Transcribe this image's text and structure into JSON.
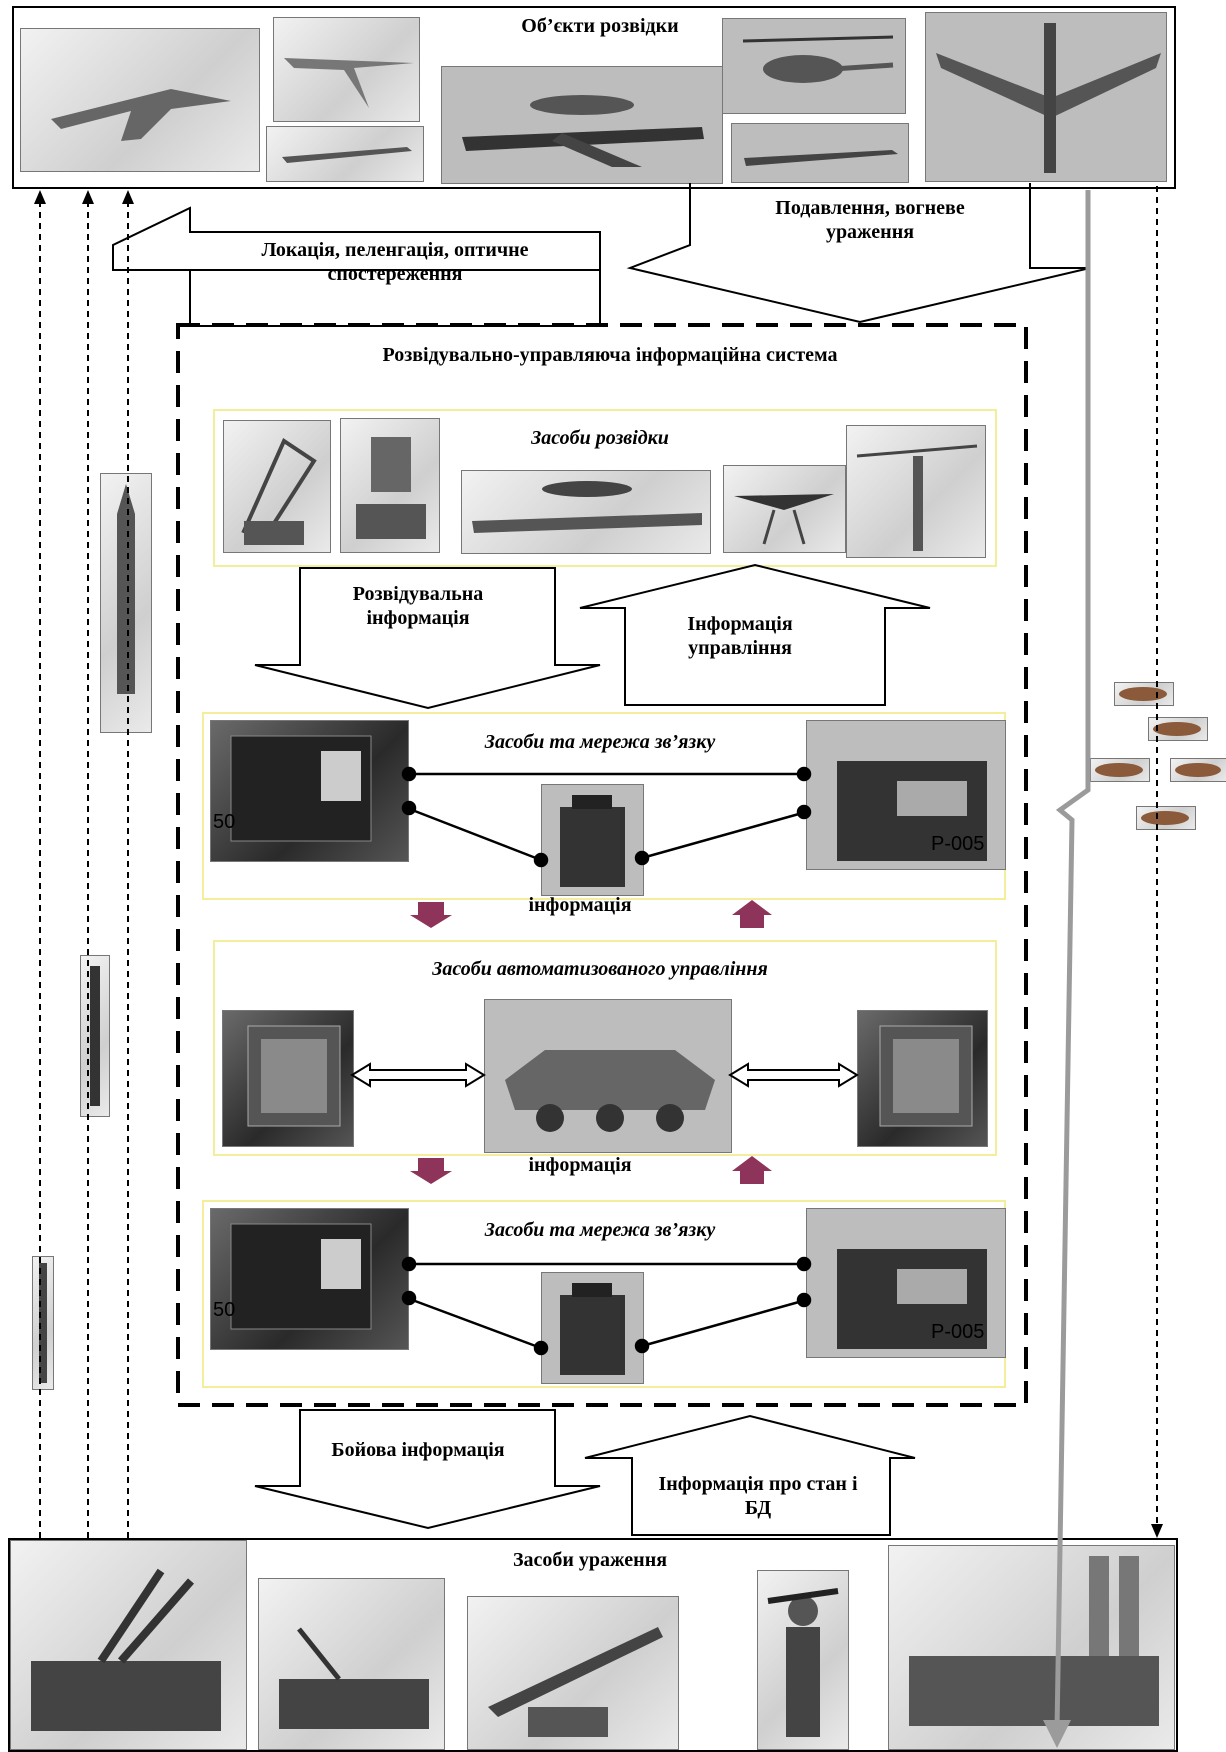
{
  "objects": {
    "title": "Об’єкти розвідки"
  },
  "arrows": {
    "location": "Локація, пеленгація, оптичне спостереження",
    "suppression": "Подавлення, вогневе ураження"
  },
  "system": {
    "title": "Розвідувально-управляюча інформаційна система",
    "recon_means": "Засоби розвідки",
    "recon_info": "Розвідувальна інформація",
    "control_info": "Інформація управління",
    "comm_network_1": "Засоби та мережа зв’язку",
    "info_1": "інформація",
    "automation": "Засоби автоматизованого управління",
    "info_2": "інформація",
    "comm_network_2": "Засоби та мережа зв’язку",
    "radio_label_left_1": "50",
    "radio_label_right_1": "Р-005",
    "radio_label_left_2": "50",
    "radio_label_right_2": "Р-005"
  },
  "bottom_arrows": {
    "combat_info": "Бойова інформація",
    "state_info": "Інформація про стан і БД"
  },
  "weapons": {
    "title": "Засоби ураження"
  },
  "colors": {
    "arrow_gray": "#9b9b9b",
    "small_arrow": "#8e3359",
    "box_yellow": "#f4ee9a"
  }
}
